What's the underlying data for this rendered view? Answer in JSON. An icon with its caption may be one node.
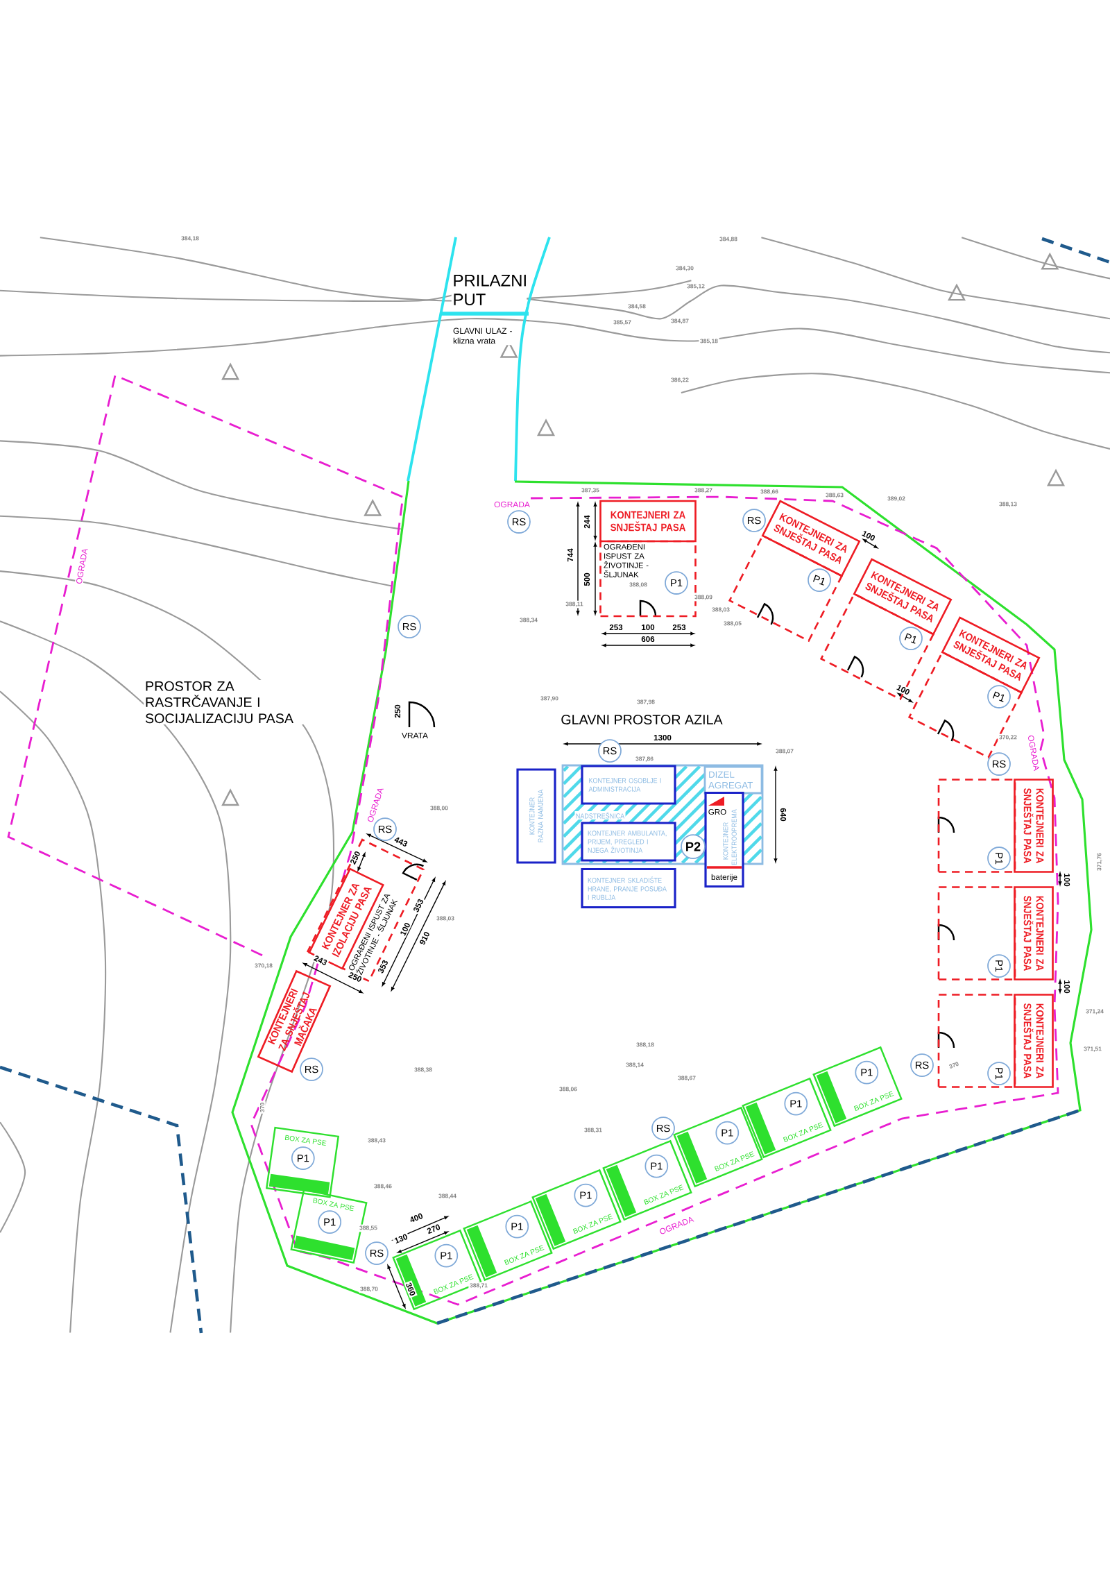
{
  "diagram": {
    "nodes": [
      {
        "text": [
          "KONTEJNERI ZA SNJEŠTAJ PASA"
        ]
      },
      {
        "text": [
          "OGRAĐENI ISPUST ZA ŽIVOTINJE - ŠLJUNAK"
        ]
      },
      {
        "text": [
          "P1"
        ],
        "in": 1
      },
      {
        "text": [
          "RS"
        ]
      },
      {
        "text": [
          "RS"
        ]
      },
      {
        "text": [
          "KONTEJNERI ZA SNJEŠTAJ PASA"
        ]
      },
      {
        "text": [],
        "shape": "box"
      },
      {
        "text": [
          "P1"
        ],
        "in": 6
      },
      {
        "text": [
          "KONTEJNERI ZA SNJEŠTAJ PASA"
        ]
      },
      {
        "text": [],
        "shape": "box"
      },
      {
        "text": [
          "P1"
        ],
        "in": 9
      },
      {
        "text": [
          "KONTEJNERI ZA SNJEŠTAJ PASA"
        ]
      },
      {
        "text": [],
        "shape": "box"
      },
      {
        "text": [
          "P1"
        ],
        "in": 12
      },
      {
        "text": [
          "RS"
        ]
      },
      {
        "text": [
          "KONTEJNERI ZA SNJEŠTAJ PASA"
        ]
      },
      {
        "text": [],
        "shape": "box"
      },
      {
        "text": [
          "P1"
        ],
        "in": 16
      },
      {
        "text": [
          "KONTEJNERI ZA SNJEŠTAJ PASA"
        ]
      },
      {
        "text": [],
        "shape": "box"
      },
      {
        "text": [
          "P1"
        ],
        "in": 19
      },
      {
        "text": [
          "KONTEJNERI ZA SNJEŠTAJ PASA"
        ]
      },
      {
        "text": [],
        "shape": "box"
      },
      {
        "text": [
          "P1"
        ],
        "in": 22
      },
      {
        "text": [
          "RS"
        ]
      },
      {
        "text": [
          "NADSTREŠNICA"
        ]
      },
      {
        "text": [
          "KONTEJNER RAZNA NAMJENA"
        ]
      },
      {
        "text": [
          "KONTEJNER OSOBLJE I ADMINISTRACIJA"
        ],
        "in": 25
      },
      {
        "text": [
          "DIZEL AGREGAT"
        ],
        "in": 25
      },
      {
        "text": [
          "GRO",
          "KONTEJNER ELEKTROOPREMA",
          "baterije"
        ]
      },
      {
        "text": [
          "KONTEJNER AMBULANTA, PRIJEM, PREGLED I NJEGA ŽIVOTINJA"
        ],
        "in": 25
      },
      {
        "text": [
          "P2"
        ],
        "in": 25
      },
      {
        "text": [
          "KONTEJNER SKLADIŠTE HRANE, PRANJE POSUĐA I RUBLJA"
        ]
      },
      {
        "text": [
          "RS"
        ]
      },
      {
        "text": [
          "RS"
        ]
      },
      {
        "text": [
          "OGRAĐENI ISPUST ZA ŽIVOTINJE - ŠLJUNAK"
        ]
      },
      {
        "text": [
          "KONTEJNER ZA IZOLACIJU PASA"
        ],
        "in": 35
      },
      {
        "text": [
          "KONTEJNERI ZA SNJEŠTAJ MAČAKA"
        ]
      },
      {
        "text": [
          "RS"
        ]
      },
      {
        "text": [
          "RS"
        ]
      },
      {
        "text": [
          "RS"
        ]
      },
      {
        "text": [
          "RS"
        ]
      },
      {
        "text": [
          "BOX ZA PSE"
        ]
      },
      {
        "text": [
          "P1"
        ],
        "in": 42
      },
      {
        "text": [
          "BOX ZA PSE"
        ]
      },
      {
        "text": [
          "P1"
        ],
        "in": 44
      },
      {
        "text": [
          "BOX ZA PSE"
        ]
      },
      {
        "text": [
          "P1"
        ],
        "in": 46
      },
      {
        "text": [
          "BOX ZA PSE"
        ]
      },
      {
        "text": [
          "P1"
        ],
        "in": 48
      },
      {
        "text": [
          "BOX ZA PSE"
        ]
      },
      {
        "text": [
          "P1"
        ],
        "in": 50
      },
      {
        "text": [
          "BOX ZA PSE"
        ]
      },
      {
        "text": [
          "P1"
        ],
        "in": 52
      },
      {
        "text": [
          "BOX ZA PSE"
        ]
      },
      {
        "text": [
          "P1"
        ],
        "in": 54
      },
      {
        "text": [
          "BOX ZA PSE"
        ]
      },
      {
        "text": [
          "P1"
        ],
        "in": 56
      },
      {
        "text": [
          "BOX ZA PSE"
        ]
      },
      {
        "text": [
          "P1"
        ],
        "in": 58
      }
    ],
    "labels": [
      "PRILAZNI PUT",
      "GLAVNI ULAZ - klizna vrata",
      "OGRADA",
      "OGRADA",
      "PROSTOR ZA RASTRČAVANJE I SOCIJALIZACIJU PASA",
      "VRATA",
      "250",
      "GLAVNI PROSTOR AZILA",
      "OGRADA",
      "OGRADA",
      "OGRADA",
      "244",
      "500",
      "744",
      "253",
      "100",
      "253",
      "606",
      "100",
      "100",
      "1300",
      "640",
      "443",
      "250",
      "353",
      "100",
      "910",
      "243",
      "353",
      "250",
      "100",
      "100",
      "400",
      "130",
      "270",
      "360",
      "384,18",
      "384,88",
      "384,30",
      "385,12",
      "384,58",
      "385,57",
      "384,87",
      "385,18",
      "386,22",
      "387,35",
      "388,27",
      "388,66",
      "388,63",
      "389,02",
      "388,13",
      "388,08",
      "388,11",
      "388,34",
      "388,09",
      "388,03",
      "388,05",
      "370,22",
      "387,90",
      "387,98",
      "388,07",
      "387,86",
      "370,18",
      "388,03",
      "388,00",
      "388,38",
      "388,43",
      "388,46",
      "388,44",
      "388,55",
      "388,70",
      "388,71",
      "388,31",
      "388,06",
      "388,14",
      "388,67",
      "388,18",
      "371,76",
      "371,24",
      "371,51",
      "370",
      "370"
    ]
  }
}
